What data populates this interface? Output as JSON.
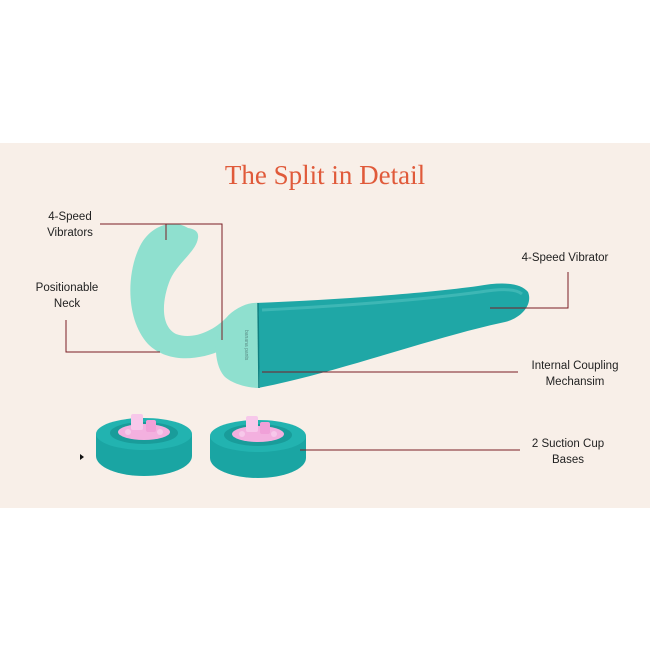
{
  "title": "The Split in Detail",
  "labels": {
    "vibrators": [
      "4-Speed",
      "Vibrators"
    ],
    "neck": [
      "Positionable",
      "Neck"
    ],
    "vibrator": "4-Speed Vibrator",
    "coupling": [
      "Internal Coupling",
      "Mechansim"
    ],
    "bases": [
      "2 Suction Cup",
      "Bases"
    ]
  },
  "brand_text": "banana pants",
  "colors": {
    "panel_bg": "#f8efe8",
    "title": "#e05a3a",
    "mint": "#8fe0cf",
    "teal": "#1fa7a6",
    "pink": "#f3b0df",
    "leader": "#7a1e25"
  }
}
